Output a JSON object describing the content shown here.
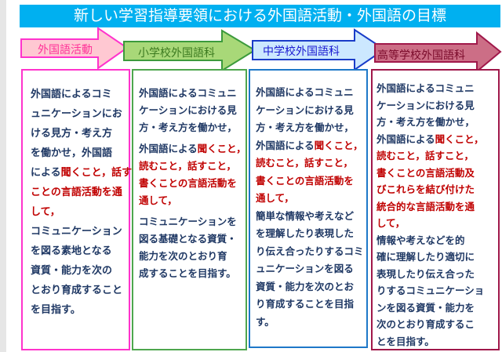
{
  "title": "新しい学習指導要領における外国語活動・外国語の目標",
  "stages": [
    {
      "label": "外国語活動",
      "fill": "#ffc8d2",
      "stroke": "#ff33cc",
      "text_color": "#ff3399"
    },
    {
      "label": "小学校外国語科",
      "fill": "#a8d878",
      "stroke": "#3c9a3c",
      "text_color": "#3c7a20"
    },
    {
      "label": "中学校外国語科",
      "fill": "#cce8ff",
      "stroke": "#1a3cc8",
      "text_color": "#1a1ad0"
    },
    {
      "label": "高等学校外国語科",
      "fill": "#cc6e86",
      "stroke": "#a0184a",
      "text_color": "#7a0a2a"
    }
  ],
  "columns": [
    {
      "lines": [
        [
          {
            "t": "外国語によるコミ"
          }
        ],
        [
          {
            "t": "ュニケーションにお"
          }
        ],
        [
          {
            "t": "ける見方・考え方"
          }
        ],
        [
          {
            "t": "を働かせ，外国語"
          }
        ],
        [
          {
            "t": "による"
          },
          {
            "t": "聞くこと，話す",
            "red": true
          }
        ],
        [
          {
            "t": "ことの言語活動を通",
            "red": true
          }
        ],
        [
          {
            "t": "して，",
            "red": true
          }
        ],
        [
          {
            "t": "コミュニケーション"
          }
        ],
        [
          {
            "t": "を図る素地となる"
          }
        ],
        [
          {
            "t": "資質・能力を次の"
          }
        ],
        [
          {
            "t": "とおり育成すること"
          }
        ],
        [
          {
            "t": "を目指す。"
          }
        ]
      ]
    },
    {
      "lines": [
        [
          {
            "t": "外国語によるコミュニ"
          }
        ],
        [
          {
            "t": "ケーションにおける見"
          }
        ],
        [
          {
            "t": "方・考え方を働かせ，"
          }
        ],
        [],
        [
          {
            "t": "外国語による"
          },
          {
            "t": "聞くこと，",
            "red": true
          }
        ],
        [
          {
            "t": "読むこと，話すこと，",
            "red": true
          }
        ],
        [
          {
            "t": "書くことの言語活動を",
            "red": true
          }
        ],
        [
          {
            "t": "通して，",
            "red": true
          }
        ],
        [],
        [
          {
            "t": "コミュニケーションを"
          }
        ],
        [
          {
            "t": "図る基礎となる資質・"
          }
        ],
        [
          {
            "t": "能力を次のとおり育"
          }
        ],
        [
          {
            "t": "成することを目指す。"
          }
        ]
      ]
    },
    {
      "lines": [
        [
          {
            "t": "外国語によるコミュニ"
          }
        ],
        [
          {
            "t": "ケーションにおける見"
          }
        ],
        [
          {
            "t": "方・考え方を働かせ，"
          }
        ],
        [
          {
            "t": "外国語による"
          },
          {
            "t": "聞くこと，",
            "red": true
          }
        ],
        [
          {
            "t": "読むこと，話すこと，",
            "red": true
          }
        ],
        [
          {
            "t": "書くことの言語活動を",
            "red": true
          }
        ],
        [
          {
            "t": "通して，",
            "red": true
          }
        ],
        [
          {
            "t": "簡単な情報や考えなど"
          }
        ],
        [
          {
            "t": "を理解したり表現した"
          }
        ],
        [
          {
            "t": "り伝え合ったりするコミ"
          }
        ],
        [
          {
            "t": "ュニケーションを図る"
          }
        ],
        [
          {
            "t": "資質・能力を次のとお"
          }
        ],
        [
          {
            "t": "り育成することを目指"
          }
        ],
        [
          {
            "t": "す。"
          }
        ]
      ]
    },
    {
      "lines": [
        [
          {
            "t": "外国語によるコミュニ"
          }
        ],
        [
          {
            "t": "ケーションにおける見"
          }
        ],
        [
          {
            "t": "方・考え方を働かせ，"
          }
        ],
        [
          {
            "t": "外国語による"
          },
          {
            "t": "聞くこと，",
            "red": true
          }
        ],
        [
          {
            "t": "読むこと，話すこと，",
            "red": true
          }
        ],
        [
          {
            "t": "書くことの言語活動及",
            "red": true
          }
        ],
        [
          {
            "t": "びこれらを結び付けた",
            "red": true
          }
        ],
        [
          {
            "t": "統合的な言語活動を通",
            "red": true
          }
        ],
        [
          {
            "t": "して，",
            "red": true
          }
        ],
        [
          {
            "t": "情報や考えなどを的"
          }
        ],
        [
          {
            "t": "確に理解したり適切に"
          }
        ],
        [
          {
            "t": "表現したり伝え合った"
          }
        ],
        [
          {
            "t": "りするコミュニケーショ"
          }
        ],
        [
          {
            "t": "ンを図る資質・能力を"
          }
        ],
        [
          {
            "t": "次のとおり育成するこ"
          }
        ],
        [
          {
            "t": "とを目指す。"
          }
        ]
      ]
    }
  ]
}
